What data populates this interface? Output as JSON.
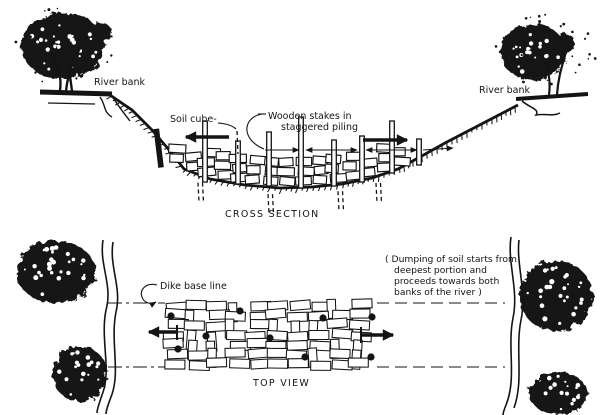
{
  "figure": {
    "colors": {
      "ink": "#141414",
      "paper": "#ffffff"
    },
    "cross_section": {
      "caption": "CROSS SECTION",
      "river_bank_left": "River bank",
      "river_bank_right": "River bank",
      "soil_cube_label": "Soil cube-",
      "stakes_label_line1": "Wooden stakes in",
      "stakes_label_line2": "staggered piling"
    },
    "top_view": {
      "caption": "TOP VIEW",
      "dike_base_line_label": "Dike base line",
      "note_lines": [
        "( Dumping of soil starts from",
        "deepest portion and",
        "proceeds towards both",
        "banks of the river )"
      ]
    }
  }
}
